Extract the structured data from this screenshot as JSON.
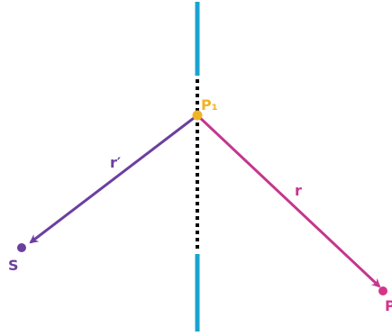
{
  "labels": {
    "p1": "P₁",
    "r_prime": "r′",
    "r": "r",
    "s": "S",
    "p": "P"
  },
  "colors": {
    "screen": "#1aa3d1",
    "aperture": "#000000",
    "p1": "#f0b429",
    "r_prime": "#6b3fa0",
    "s": "#6b3fa0",
    "r": "#c4368f",
    "p": "#d4358a"
  }
}
